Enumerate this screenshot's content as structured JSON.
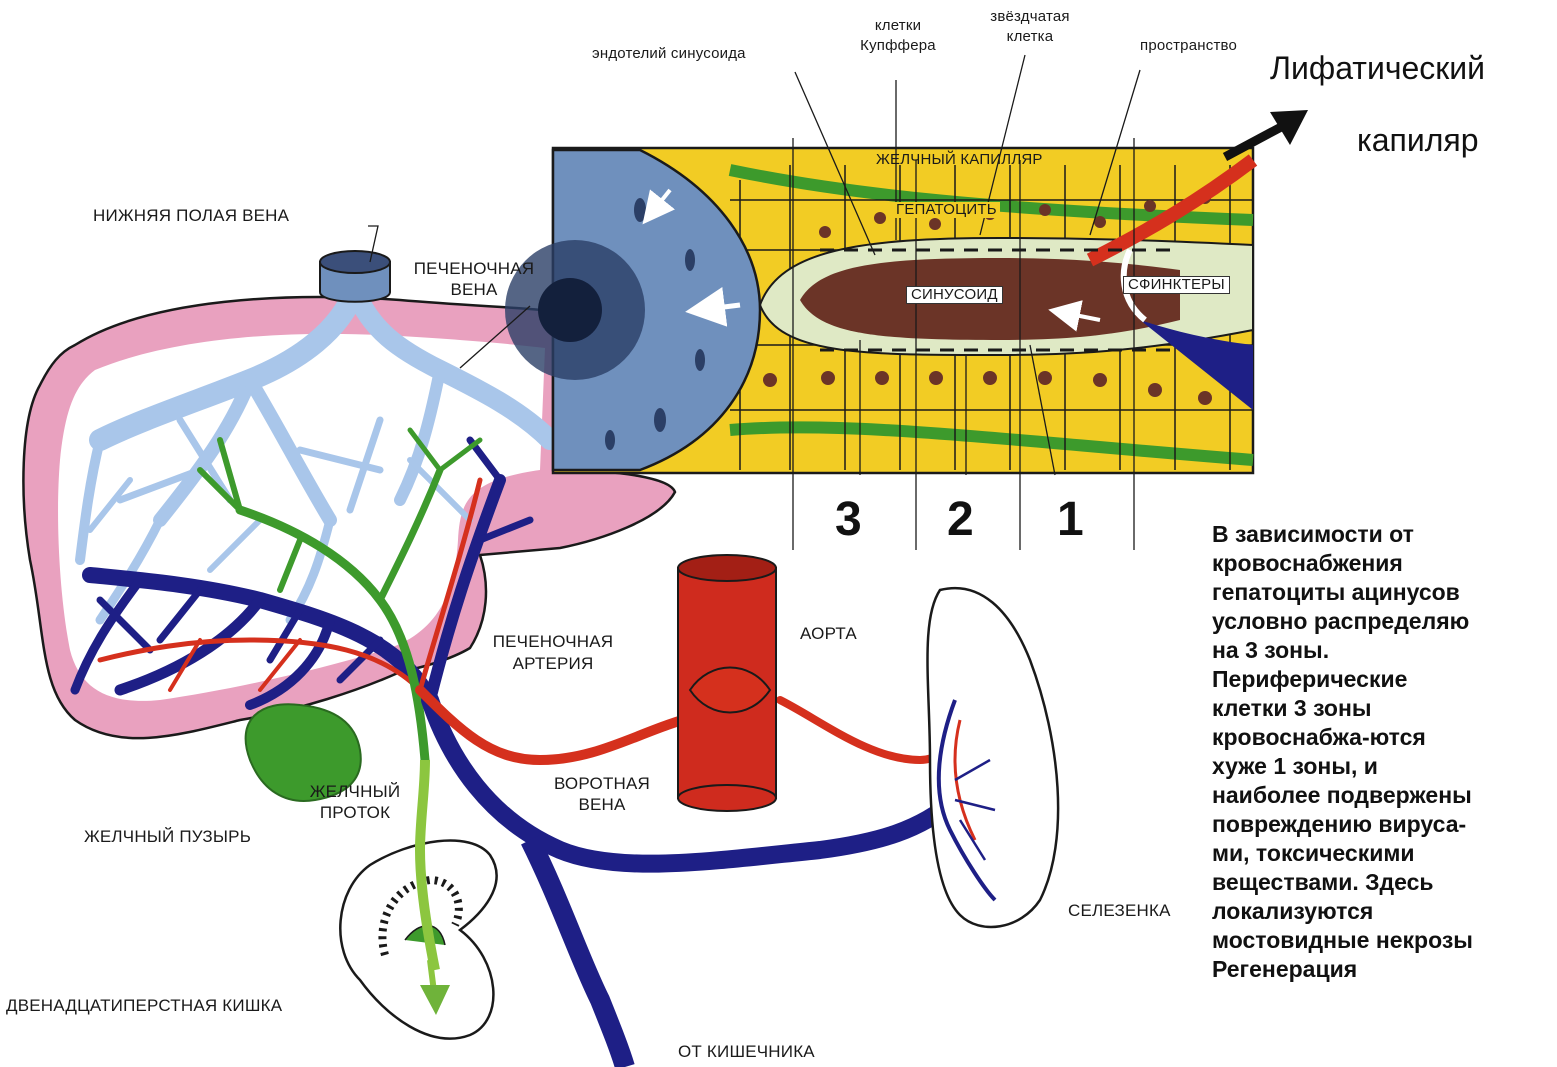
{
  "labels": {
    "endothelium": "эндотелий синусоида",
    "kupffer_1": "клетки",
    "kupffer_2": "Купффера",
    "stellate_1": "звёздчатая",
    "stellate_2": "клетка",
    "space": "пространство",
    "bile_capillary": "ЖЕЛЧНЫЙ КАПИЛЛЯР",
    "hepatocyte": "ГЕПАТОЦИТЬ",
    "sinusoid": "СИНУСОИД",
    "sphincters": "СФИНКТЕРЫ",
    "ivc": "НИЖНЯЯ ПОЛАЯ ВЕНА",
    "hepatic_vein_1": "ПЕЧЕНОЧНАЯ",
    "hepatic_vein_2": "ВЕНА",
    "hepatic_artery_1": "ПЕЧЕНОЧНАЯ",
    "hepatic_artery_2": "АРТЕРИЯ",
    "aorta": "АОРТА",
    "portal_vein_1": "ВОРОТНАЯ",
    "portal_vein_2": "ВЕНА",
    "bile_duct_1": "ЖЕЛЧНЫЙ",
    "bile_duct_2": "ПРОТОК",
    "gallbladder": "ЖЕЛЧНЫЙ ПУЗЫРЬ",
    "duodenum": "ДВЕНАДЦАТИПЕРСТНАЯ КИШКА",
    "spleen": "СЕЛЕЗЕНКА",
    "from_intestine": "ОТ КИШЕЧНИКА"
  },
  "zones": [
    "3",
    "2",
    "1"
  ],
  "lymph_title": [
    "Лифатический",
    "капиляр"
  ],
  "note_lines": [
    "В зависимости от",
    "кровоснабжения",
    "гепатоциты ацинусов",
    "условно распределяю",
    "на 3 зоны.",
    "Периферические",
    "клетки 3 зоны",
    "кровоснабжа-ются",
    "хуже 1 зоны, и",
    "наиболее подвержены",
    "повреждению вируса-",
    "ми, токсическими",
    "веществами. Здесь",
    "локализуются",
    "мостовидные некрозы",
    "Регенерация"
  ],
  "colors": {
    "liver": "#e9a1bf",
    "hepatic_vein": "#a9c6ea",
    "portal_vein": "#1e1f86",
    "artery": "#d5301d",
    "bile": "#3d9a2c",
    "hepatocyte": "#f2cc24",
    "central_vein": "#6f90bd",
    "sinusoid": "#6b3427",
    "aorta": "#cf2b1e"
  },
  "icons": [
    "arrow-icon"
  ]
}
